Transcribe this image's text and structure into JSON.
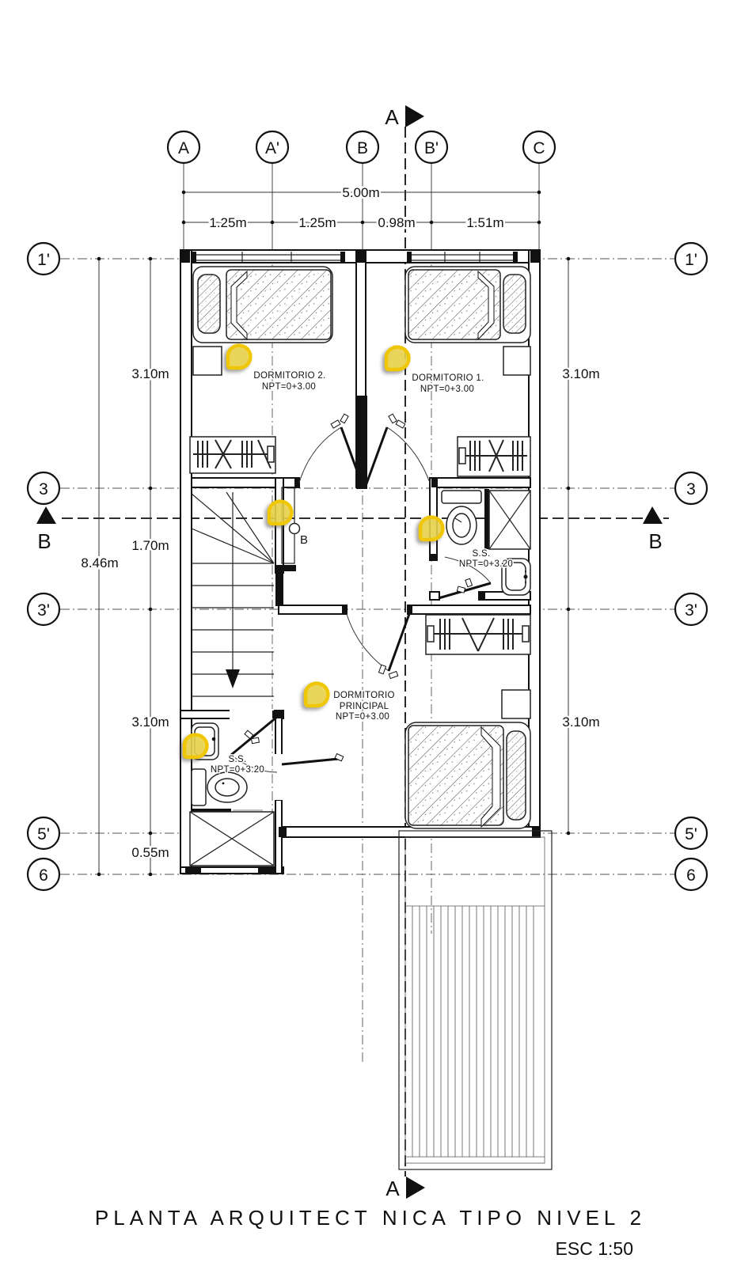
{
  "plan": {
    "title": "PLANTA ARQUITECT NICA TIPO NIVEL 2",
    "scale_label": "ESC 1:50",
    "grid": {
      "cols": [
        "A",
        "A'",
        "B",
        "B'",
        "C"
      ],
      "rows": [
        "1'",
        "3",
        "3'",
        "5'",
        "6"
      ]
    },
    "sections": {
      "a": "A",
      "b": "B"
    },
    "callout_b": "B",
    "dims": {
      "top_total": "5.00m",
      "top_segments": [
        "1.25m",
        "1.25m",
        "0.98m",
        "1.51m"
      ],
      "left_total": "8.46m",
      "left_segments": [
        "3.10m",
        "1.70m",
        "3.10m",
        "0.55m"
      ],
      "right_segments": [
        "3.10m",
        "3.10m"
      ]
    },
    "rooms": {
      "dorm2": {
        "name": "DORMITORIO 2.",
        "npt": "NPT=0+3.00"
      },
      "dorm1": {
        "name": "DORMITORIO 1.",
        "npt": "NPT=0+3.00"
      },
      "bath_upper": {
        "name": "S.S.",
        "npt": "NPT=0+3.20"
      },
      "principal": {
        "name_line1": "DORMITORIO",
        "name_line2": "PRINCIPAL",
        "npt": "NPT=0+3.00"
      },
      "bath_lower": {
        "name": "S.S.",
        "npt": "NPT=0+3.20"
      }
    },
    "colors": {
      "pin_fill": "#F7DE4A",
      "pin_stroke": "#EFC707",
      "line": "#111111"
    }
  }
}
